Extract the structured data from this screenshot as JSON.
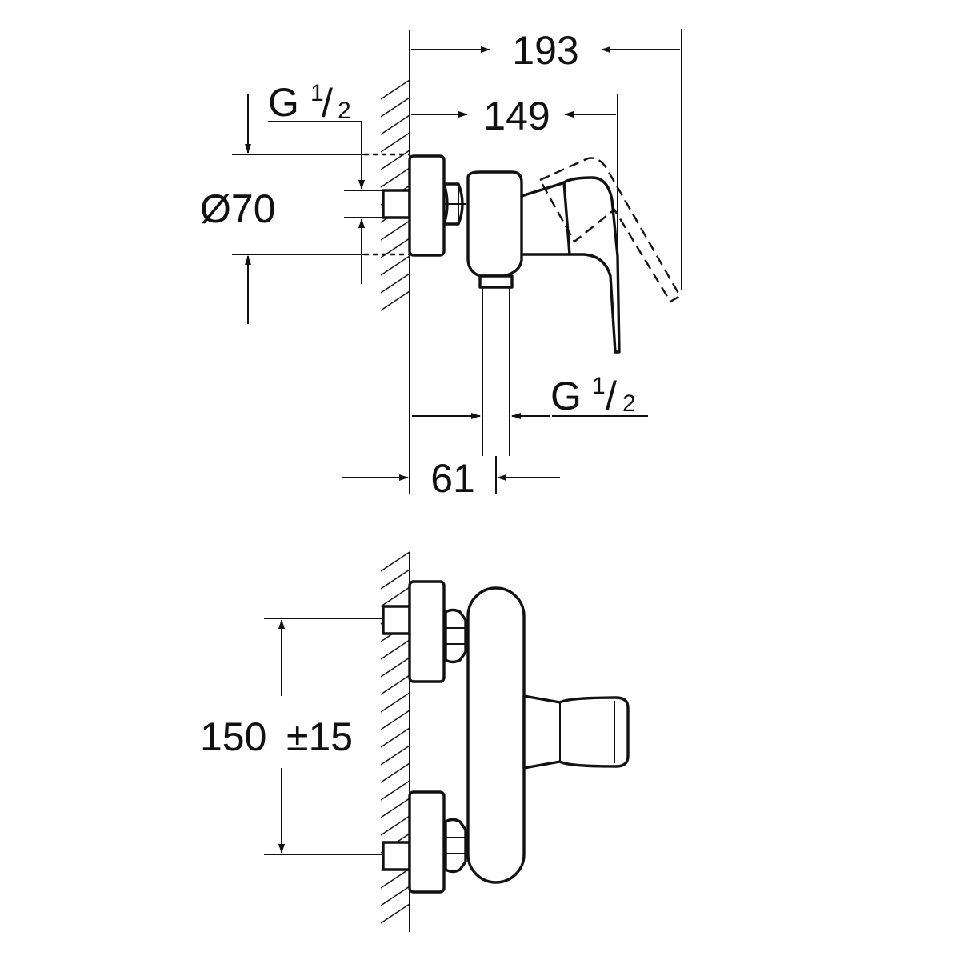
{
  "side_view": {
    "dim_total_width": "193",
    "dim_lever_width": "149",
    "dim_diameter": "Ø70",
    "dim_outlet_offset": "61",
    "thread_inlet": {
      "letter": "G",
      "numerator": "1",
      "slash": "/",
      "denominator": "2"
    },
    "thread_outlet": {
      "letter": "G",
      "numerator": "1",
      "slash": "/",
      "denominator": "2"
    }
  },
  "front_view": {
    "dim_inlet_spacing": "150",
    "dim_inlet_tolerance": "±15"
  },
  "colors": {
    "line": "#111111",
    "background": "#ffffff"
  }
}
